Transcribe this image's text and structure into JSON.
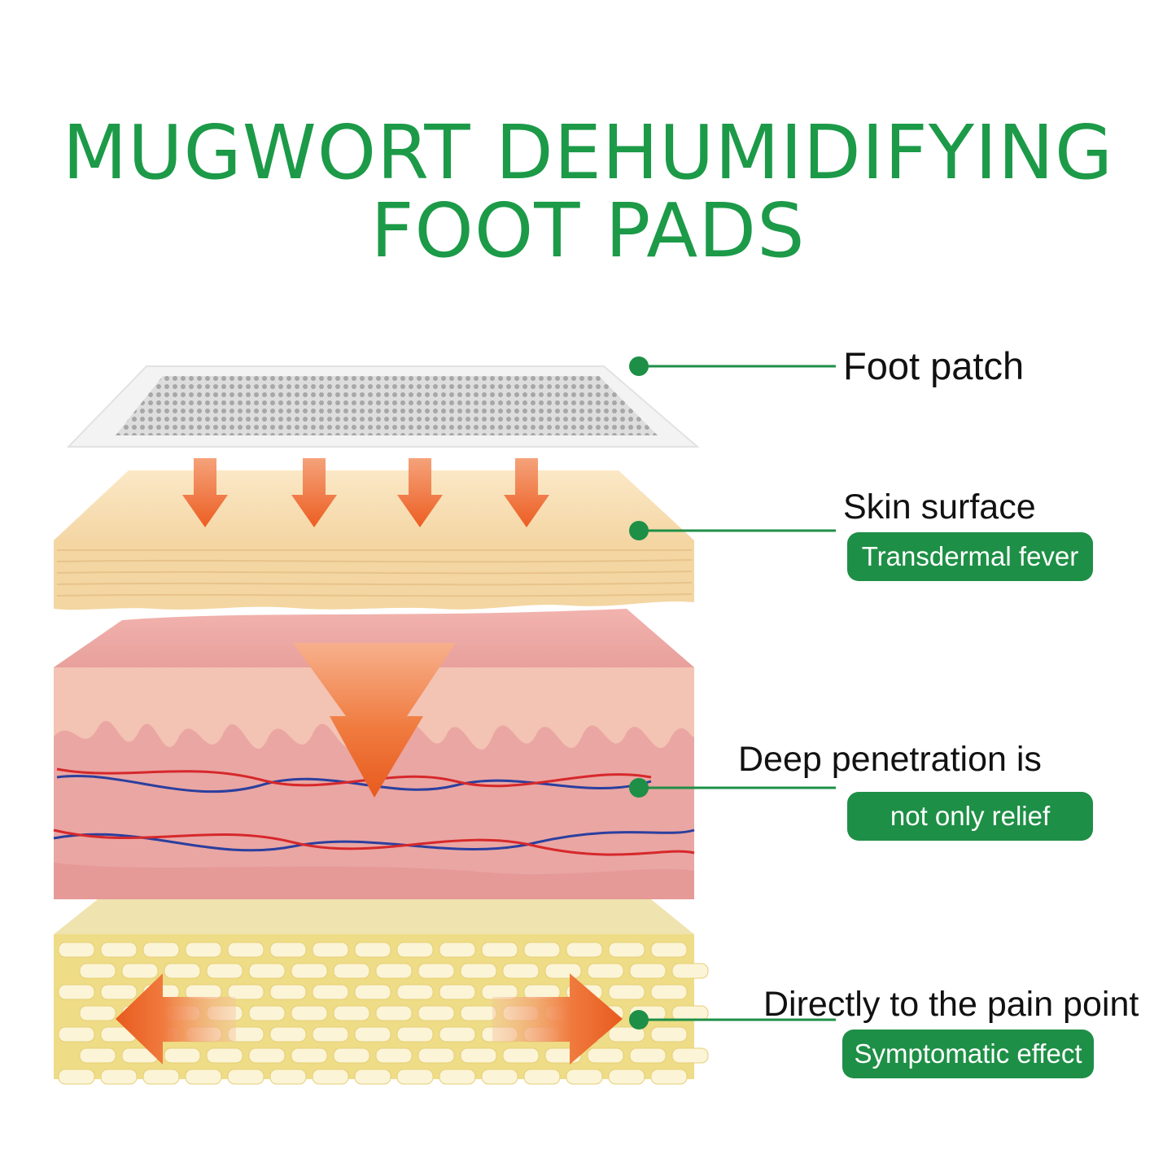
{
  "title": {
    "line1": "MUGWORT DEHUMIDIFYING",
    "line2": "FOOT PADS"
  },
  "colors": {
    "brand_green": "#1c9a48",
    "pill_green": "#1e8f46",
    "arrow_orange": "#ee6a2c",
    "epidermis": "#f6dcae",
    "dermis": "#eea7a4",
    "fat": "#f1e08a",
    "vein_blue": "#2b3f9e",
    "artery_red": "#d6282b"
  },
  "layers": [
    {
      "label": "Foot patch"
    },
    {
      "label": "Skin surface",
      "tag": "Transdermal fever"
    },
    {
      "label": "Deep penetration is",
      "tag": "not only relief"
    },
    {
      "label": "Directly to the pain point",
      "tag": "Symptomatic effect"
    }
  ]
}
